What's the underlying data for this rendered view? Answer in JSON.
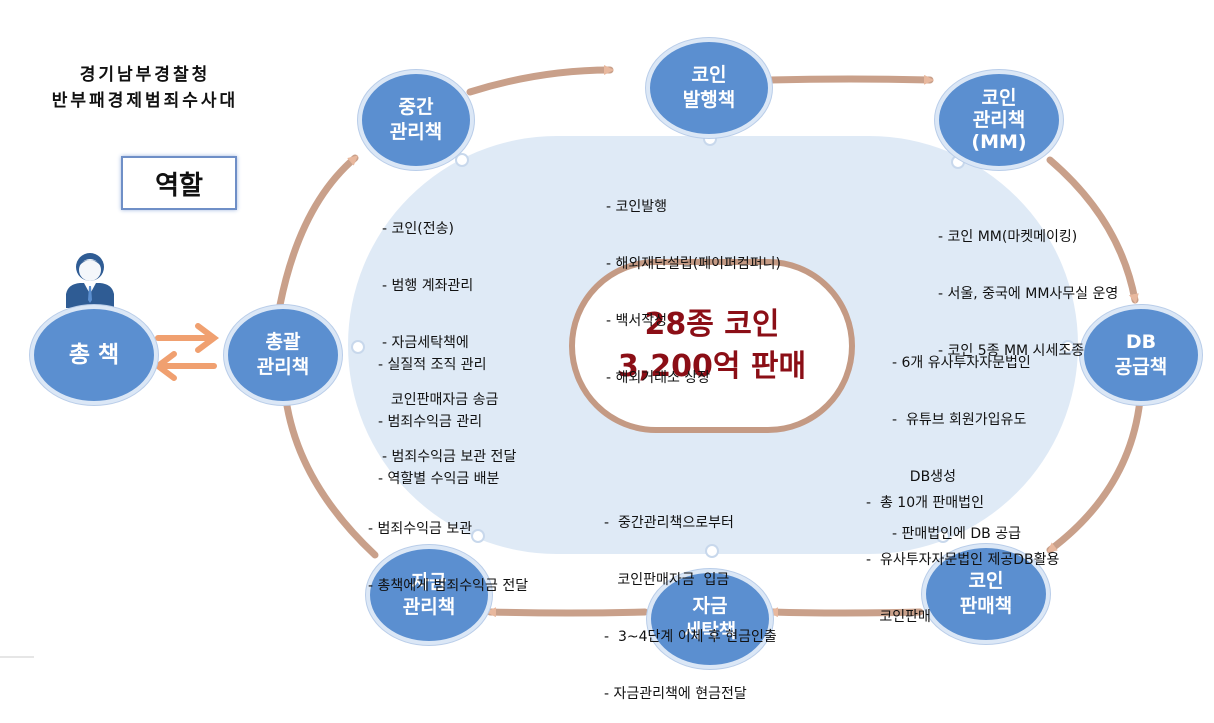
{
  "header": {
    "agency_line1": "경기남부경찰청",
    "agency_line2": "반부패경제범죄수사대"
  },
  "role_title": "역할",
  "center": {
    "text": "28종 코인\n3,200억 판매"
  },
  "nodes": {
    "boss": "총 책",
    "general": "총괄\n관리책",
    "middle": "중간\n관리책",
    "issuer": "코인\n발행책",
    "mm": "코인\n관리책\n(MM)",
    "db": "DB\n공급책",
    "seller": "코인\n판매책",
    "laundering": "자금\n세탁책",
    "fund": "자금\n관리책"
  },
  "descriptions": {
    "middle": [
      "- 코인(전송)",
      "- 범행 계좌관리",
      "- 자금세탁책에",
      "  코인판매자금 송금",
      "- 범죄수익금 보관 전달"
    ],
    "issuer": [
      "- 코인발행",
      "- 해외재단설립(페이퍼컴퍼니)",
      "- 백서작성",
      "- 해외거래소 상장"
    ],
    "mm": [
      "- 코인 MM(마켓메이킹)",
      "- 서울, 중국에 MM사무실 운영",
      "- 코인 5종 MM 시세조종"
    ],
    "general": [
      "- 실질적 조직 관리",
      "- 범죄수익금 관리",
      "- 역할별 수익금 배분"
    ],
    "db": [
      "- 6개 유사투자자문법인",
      "-  유튜브 회원가입유도",
      "    DB생성",
      "- 판매법인에 DB 공급"
    ],
    "fund": [
      "- 범죄수익금 보관",
      "- 총책에게 범죄수익금 전달"
    ],
    "laundering": [
      "-  중간관리책으로부터",
      "   코인판매자금  입금",
      "-  3~4단계 이체 후 현금인출",
      "- 자금관리책에 현금전달"
    ],
    "seller": [
      "-  총 10개 판매법인",
      "-  유사투자자문법인 제공DB활용",
      "   코인판매"
    ]
  },
  "colors": {
    "node_fill": "#5b8fd0",
    "node_ring": "#dbe7f6",
    "background_oval": "#dde9f6",
    "center_ring": "#c49a84",
    "arrow": "#c9a08a",
    "center_text": "#8b0e16",
    "boss_arrows": "#f0a070"
  },
  "icons": {
    "person": "businessman-icon"
  }
}
